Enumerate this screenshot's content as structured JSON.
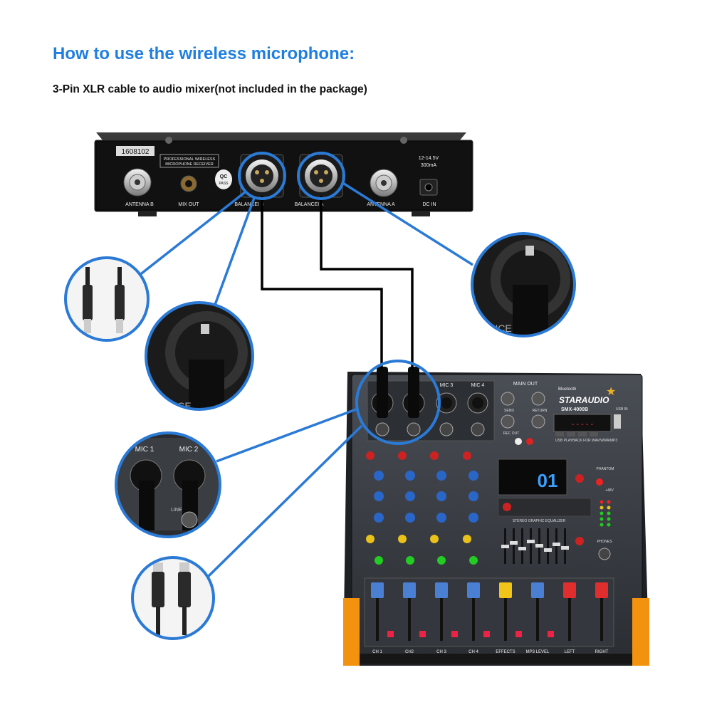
{
  "title": "How to use the wireless microphone:",
  "subtitle": "3-Pin XLR cable to audio mixer(not included in the package)",
  "colors": {
    "accent": "#1f7fe0",
    "connector": "#2a7ad6"
  },
  "receiver": {
    "serial": "1608102",
    "plate_line1": "PROFESSIONAL WIRELESS",
    "plate_line2": "MICROPHONE RECEIVER",
    "qc_line1": "QC",
    "qc_line2": "PASS",
    "power_spec_line1": "12-14.5V",
    "power_spec_line2": "300mA",
    "ports": {
      "antenna_b": "ANTENNA B",
      "mix_out": "MIX OUT",
      "balanced_b": "BALANCEI  B",
      "balanced_a": "BALANCEI  A",
      "antenna_a": "ANTENNA A",
      "dc_in": "DC IN"
    }
  },
  "zoom_labels": {
    "balanced_text": "LANCE",
    "mic1": "MIC 1",
    "mic2": "MIC 2",
    "line": "LINE"
  },
  "mixer": {
    "bluetooth": "Bluetooth",
    "brand": "STARAUDIO",
    "model": "SMX-4000B",
    "mic3": "MIC 3",
    "mic4": "MIC 4",
    "main_out": "MAIN OUT",
    "display_digits": "01",
    "usb_playback": "USB PLAYBACK FOR WAV/WMA/MP3",
    "usb_in": "USB IN",
    "stereo_eq": "STEREO GRAPHIC EQUALIZER",
    "phones": "PHONES",
    "phantom": "PHANTOM",
    "plus48v": "+48V",
    "rec_out": "REC OUT",
    "send": "SEND",
    "return": "RETURN",
    "channel_labels": [
      "CH 1",
      "CH2",
      "CH 3",
      "CH 4",
      "EFFECTS",
      "MP3 LEVEL",
      "LEFT",
      "RIGHT"
    ]
  }
}
